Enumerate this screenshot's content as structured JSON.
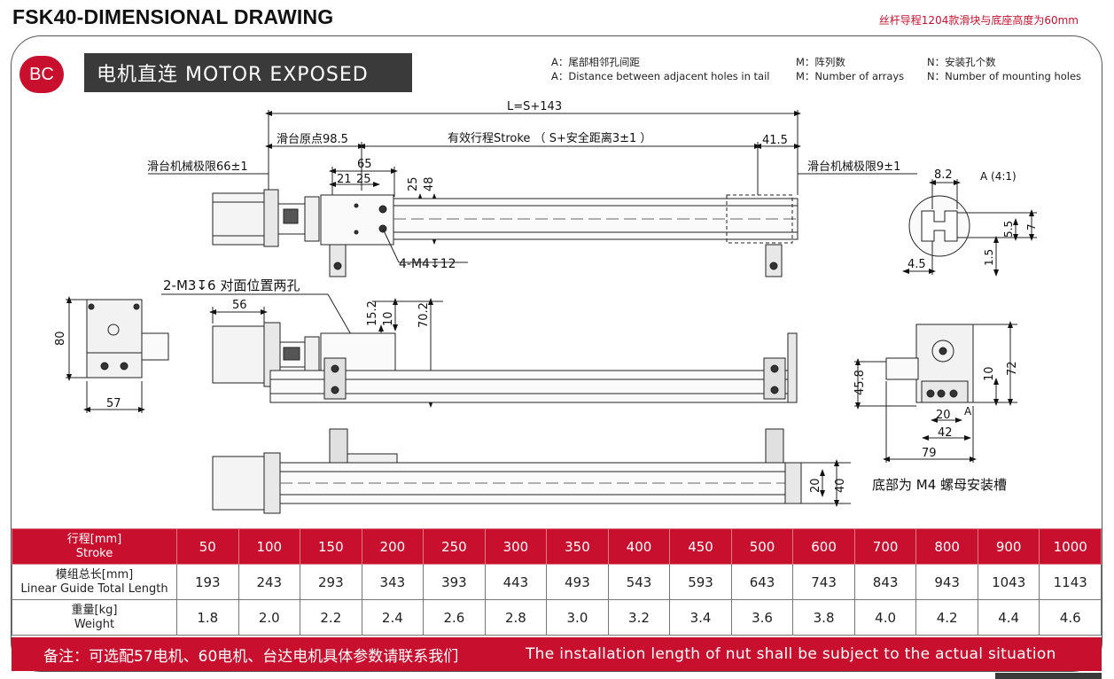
{
  "title": "FSK40-DIMENSIONAL DRAWING",
  "top_note": "丝杆导程1204款滑块与底座高度为60mm",
  "badge": "BC",
  "banner": "电机直连   MOTOR EXPOSED",
  "legend": {
    "a_cn": "A：尾部相邻孔间距",
    "a_en": "A：Distance between adjacent holes in tail",
    "m_cn": "M：阵列数",
    "m_en": "M：Number of arrays",
    "n_cn": "N：安装孔个数",
    "n_en": "N：Number of mounting holes"
  },
  "dims": {
    "total_length": "L=S+143",
    "origin": "滑台原点98.5",
    "stroke": "有效行程Stroke （ S+安全距离3±1 ）",
    "end_offset": "41.5",
    "limit_left": "滑台机械极限66±1",
    "limit_right": "滑台机械极限9±1",
    "d65": "65",
    "d21": "21",
    "d25a": "25",
    "d25": "25",
    "d48": "48",
    "m4": "4-M4↧12",
    "m3": "2-M3↧6 对面位置两孔",
    "d56": "56",
    "d152": "15.2",
    "d10": "10",
    "d702": "70.2",
    "d80": "80",
    "d57": "57",
    "d82": "8.2",
    "detail": "A (4:1)",
    "d55": "5.5",
    "d7": "7",
    "d45": "4.5",
    "d15": "1.5",
    "d458": "45.8",
    "d10b": "10",
    "d72": "72",
    "d20": "20",
    "a_mark": "A",
    "d42": "42",
    "d79": "79",
    "d20b": "20",
    "d40": "40",
    "bottom_note": "底部为 M4 螺母安装槽"
  },
  "table": {
    "labels": {
      "stroke_cn": "行程[mm]",
      "stroke_en": "Stroke",
      "length_cn": "模组总长[mm]",
      "length_en": "Linear Guide Total Length",
      "weight_cn": "重量[kg]",
      "weight_en": "Weight"
    },
    "strokes": [
      "50",
      "100",
      "150",
      "200",
      "250",
      "300",
      "350",
      "400",
      "450",
      "500",
      "600",
      "700",
      "800",
      "900",
      "1000"
    ],
    "lengths": [
      "193",
      "243",
      "293",
      "343",
      "393",
      "443",
      "493",
      "543",
      "593",
      "643",
      "743",
      "843",
      "943",
      "1043",
      "1143"
    ],
    "weights": [
      "1.8",
      "2.0",
      "2.2",
      "2.4",
      "2.6",
      "2.8",
      "3.0",
      "3.2",
      "3.4",
      "3.6",
      "3.8",
      "4.0",
      "4.2",
      "4.4",
      "4.6"
    ]
  },
  "footer": {
    "cn": "备注：可选配57电机、60电机、台达电机具体参数请联系我们",
    "en": "The installation length of nut shall be subject to the actual situation"
  }
}
